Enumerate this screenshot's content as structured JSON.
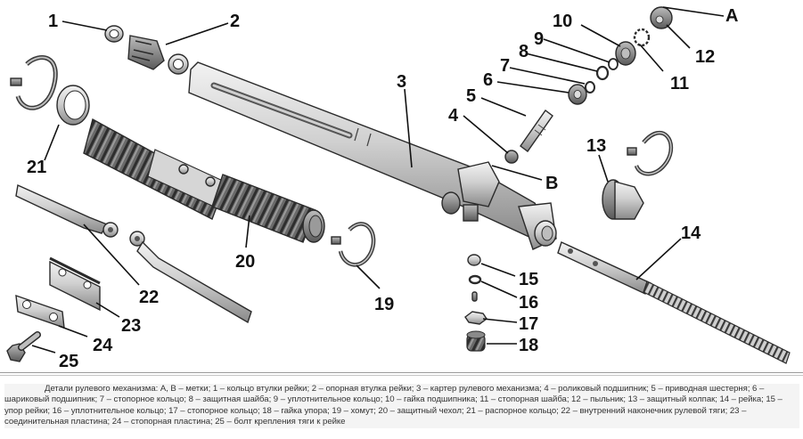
{
  "diagram": {
    "title_labels": {
      "A": "A",
      "B": "B"
    },
    "callouts": [
      "1",
      "2",
      "3",
      "4",
      "5",
      "6",
      "7",
      "8",
      "9",
      "10",
      "11",
      "12",
      "13",
      "14",
      "15",
      "16",
      "17",
      "18",
      "19",
      "20",
      "21",
      "22",
      "23",
      "24",
      "25"
    ],
    "colors": {
      "ink": "#111111",
      "metal_light": "#e6e6e6",
      "metal_dark": "#7a7a7a",
      "rubber": "#555555"
    }
  },
  "caption": {
    "text": "Детали рулевого механизма: А, В – метки; 1 – кольцо втулки рейки; 2 – опорная втулка рейки; 3 – картер рулевого механизма; 4 – роликовый подшипник; 5 – приводная шестерня; 6 – шариковый подшипник; 7 – стопорное кольцо; 8 – защитная шайба; 9 – уплотнительное кольцо; 10 – гайка подшипника; 11 – стопорная шайба; 12 – пыльник; 13 – защитный колпак; 14 – рейка; 15 – упор рейки; 16 – уплотнительное кольцо; 17 – стопорное кольцо; 18 – гайка упора; 19 – хомут; 20 – защитный чехол; 21 – распорное кольцо; 22 – внутренний наконечник рулевой тяги; 23 – соединительная пластина; 24 – стопорная пластина; 25 – болт крепления тяги к рейке"
  }
}
